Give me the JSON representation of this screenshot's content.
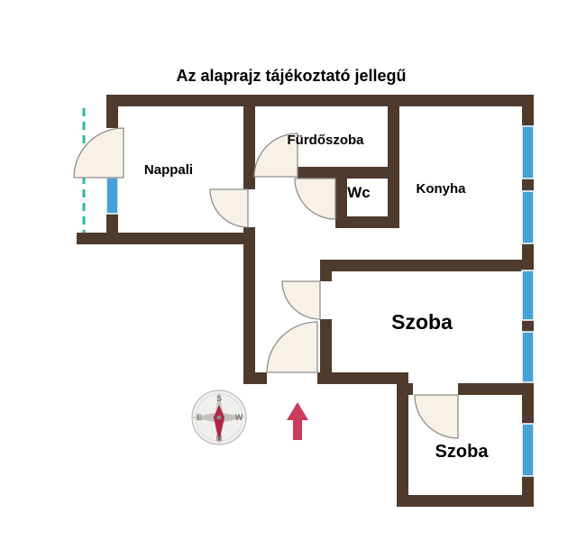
{
  "title": "Az alaprajz tájékoztató jellegű",
  "rooms": {
    "nappali": "Nappali",
    "furdoszoba": "Fürdőszoba",
    "wc": "Wc",
    "konyha": "Konyha",
    "szoba1": "Szoba",
    "szoba2": "Szoba"
  },
  "compass": {
    "top": "S",
    "bottom": "N",
    "left": "E",
    "right": "W"
  },
  "colors": {
    "wall": "#4e3b2e",
    "window": "#45a1d8",
    "window_frame": "#ffffff",
    "door_fill": "#f7f1e6",
    "door_stroke": "#8f8f8f",
    "balcony_line": "#2bb7a0",
    "entrance_arrow": "#cb3b5b",
    "compass_needle": "#b02742",
    "text": "#000000",
    "background": "#ffffff"
  }
}
